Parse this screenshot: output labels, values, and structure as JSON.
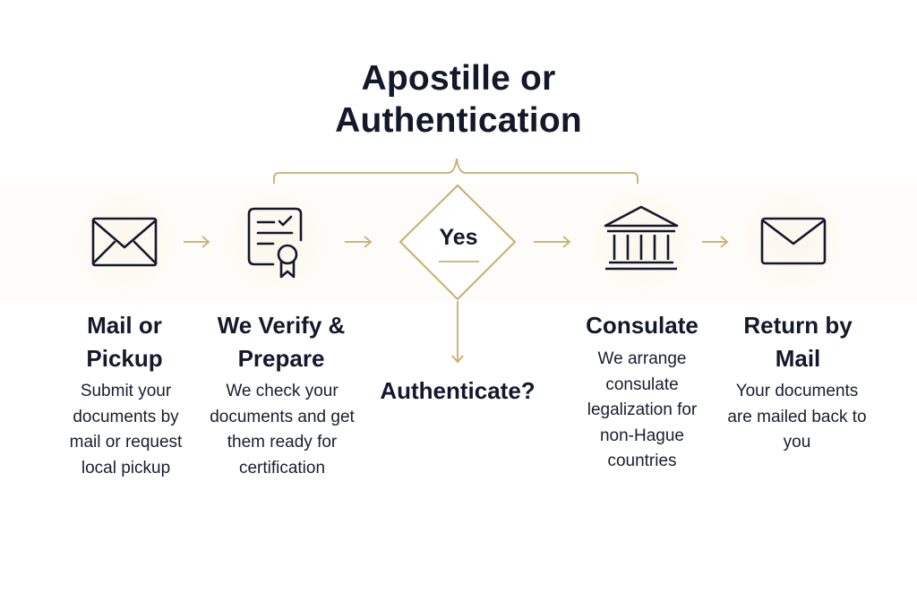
{
  "title": "Apostille or Authentication",
  "decision": {
    "label": "Yes",
    "question": "Authenticate?"
  },
  "steps": [
    {
      "label": "Mail or Pickup",
      "description": "Submit your documents by mail or request local pickup",
      "icon": "envelope-icon"
    },
    {
      "label": "We Verify & Prepare",
      "description": "We check your documents and get them ready for certification",
      "icon": "certificate-icon"
    },
    {
      "label": "Consulate",
      "description": "We arrange consulate legalization for non-Hague countries",
      "icon": "government-building-icon"
    },
    {
      "label": "Return by Mail",
      "description": "Your documents are mailed back to you",
      "icon": "envelope-icon"
    }
  ],
  "colors": {
    "text": "#14182b",
    "accent": "#c8ad6e",
    "background": "#ffffff"
  }
}
